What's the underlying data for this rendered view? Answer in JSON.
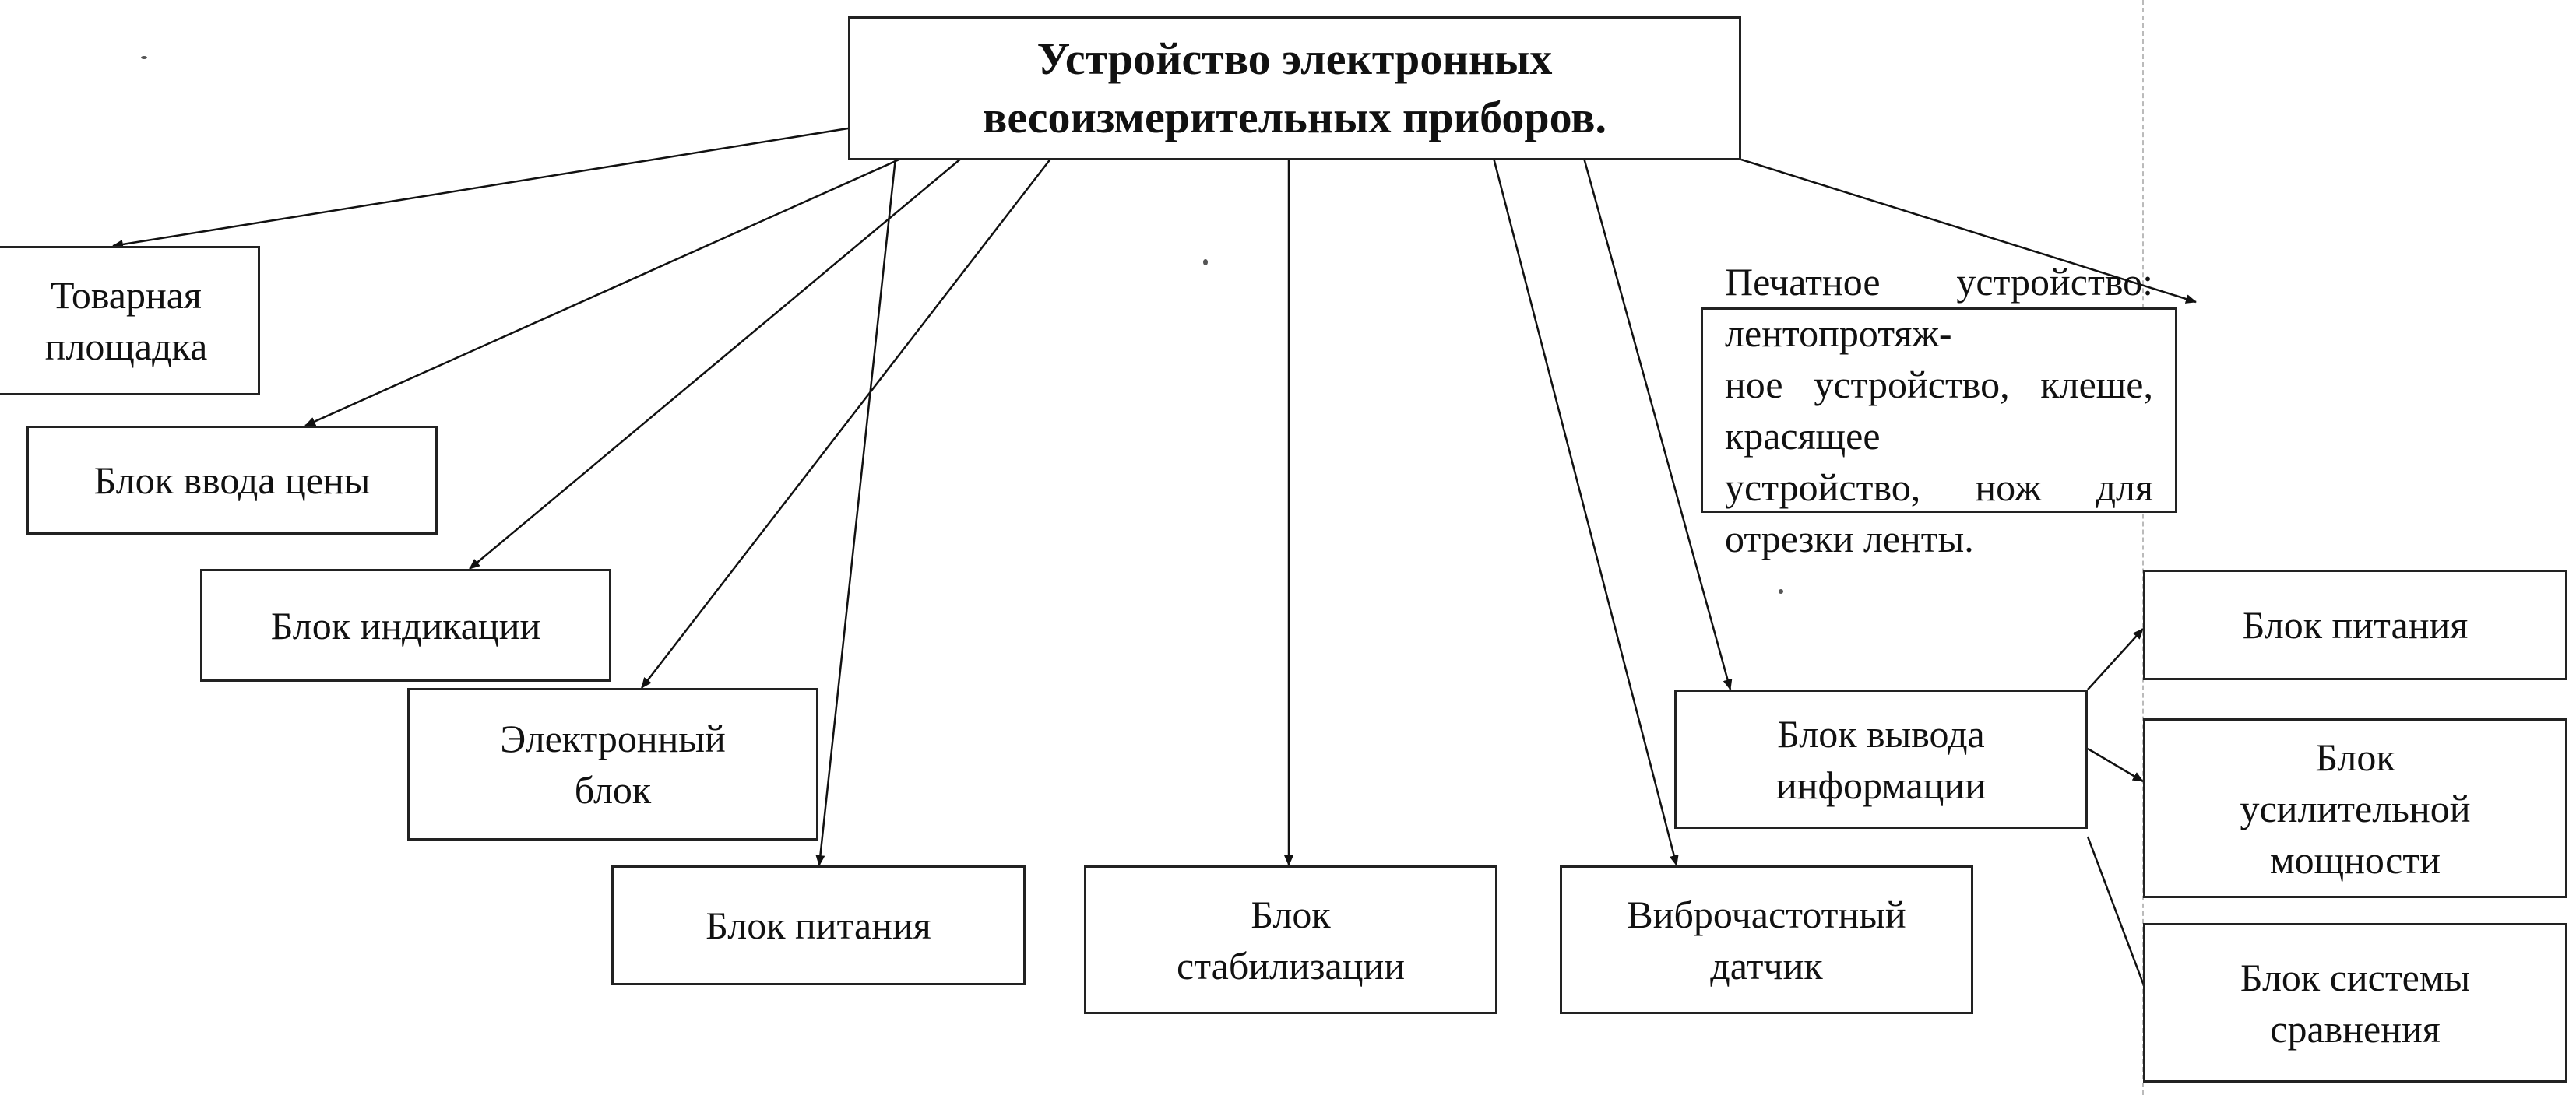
{
  "diagram": {
    "title": "Устройство электронных\nвесоизмерительных приборов.",
    "components": {
      "trade_platform": "Товарная\nплощадка",
      "price_input_block": "Блок ввода цены",
      "indication_block": "Блок индикации",
      "electronic_block": "Электронный\nблок",
      "power_block": "Блок питания",
      "stabilization_block": "Блок\nстабилизации",
      "vibration_sensor": "Виброчастотный\nдатчик",
      "info_output_block": "Блок вывода\nинформации",
      "printer": "Печатное устройство: лентопротяж-\nное устройство, клеше, красящее\nустройство, нож для отрезки ленты."
    },
    "output_subblocks": {
      "power_block": "Блок питания",
      "power_amplifier_block": "Блок\nусилительной\nмощности",
      "comparison_system_block": "Блок системы\nсравнения"
    },
    "connections": [
      {
        "from": "title",
        "to": "trade_platform"
      },
      {
        "from": "title",
        "to": "price_input_block"
      },
      {
        "from": "title",
        "to": "indication_block"
      },
      {
        "from": "title",
        "to": "electronic_block"
      },
      {
        "from": "title",
        "to": "power_block"
      },
      {
        "from": "title",
        "to": "stabilization_block"
      },
      {
        "from": "title",
        "to": "vibration_sensor"
      },
      {
        "from": "title",
        "to": "info_output_block"
      },
      {
        "from": "title",
        "to": "printer"
      },
      {
        "from": "info_output_block",
        "to": "output_power_block"
      },
      {
        "from": "info_output_block",
        "to": "power_amplifier_block"
      },
      {
        "from": "info_output_block",
        "to": "comparison_system_block"
      }
    ]
  }
}
